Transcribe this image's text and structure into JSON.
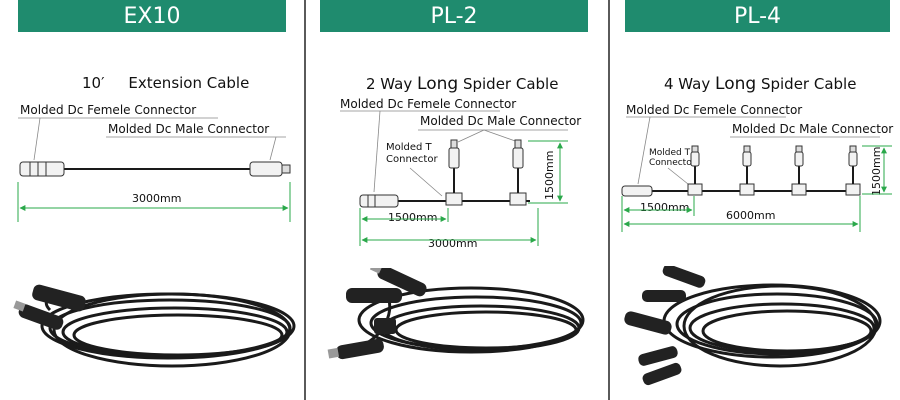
{
  "colors": {
    "header_bg": "#1f8b6e",
    "header_text": "#ffffff",
    "dimension_line": "#2aa84a",
    "cable": "#1a1a1a",
    "divider": "#5a5a5a"
  },
  "panels": [
    {
      "header": "EX10",
      "title_prefix": "10′",
      "title_main": "Extension Cable",
      "female_label": "Molded Dc Femele Connector",
      "male_label": "Molded Dc Male Connector",
      "total_length": "3000mm",
      "photo_icon": "coiled-cable-photo"
    },
    {
      "header": "PL-2",
      "title_prefix": "2 Way",
      "title_long": "Long",
      "title_main": "Spider Cable",
      "female_label": "Molded Dc Femele Connector",
      "male_label": "Molded Dc Male Connector",
      "t_label": "Molded T Connector",
      "height": "1500mm",
      "segment_length": "1500mm",
      "total_length": "3000mm",
      "photo_icon": "spider-cable-photo"
    },
    {
      "header": "PL-4",
      "title_prefix": "4 Way",
      "title_long": "Long",
      "title_main": "Spider Cable",
      "female_label": "Molded Dc Femele Connector",
      "male_label": "Molded Dc Male Connector",
      "t_label": "Molded T Connector",
      "height": "1500mm",
      "segment_length": "1500mm",
      "total_length": "6000mm",
      "photo_icon": "spider-cable-photo"
    }
  ]
}
